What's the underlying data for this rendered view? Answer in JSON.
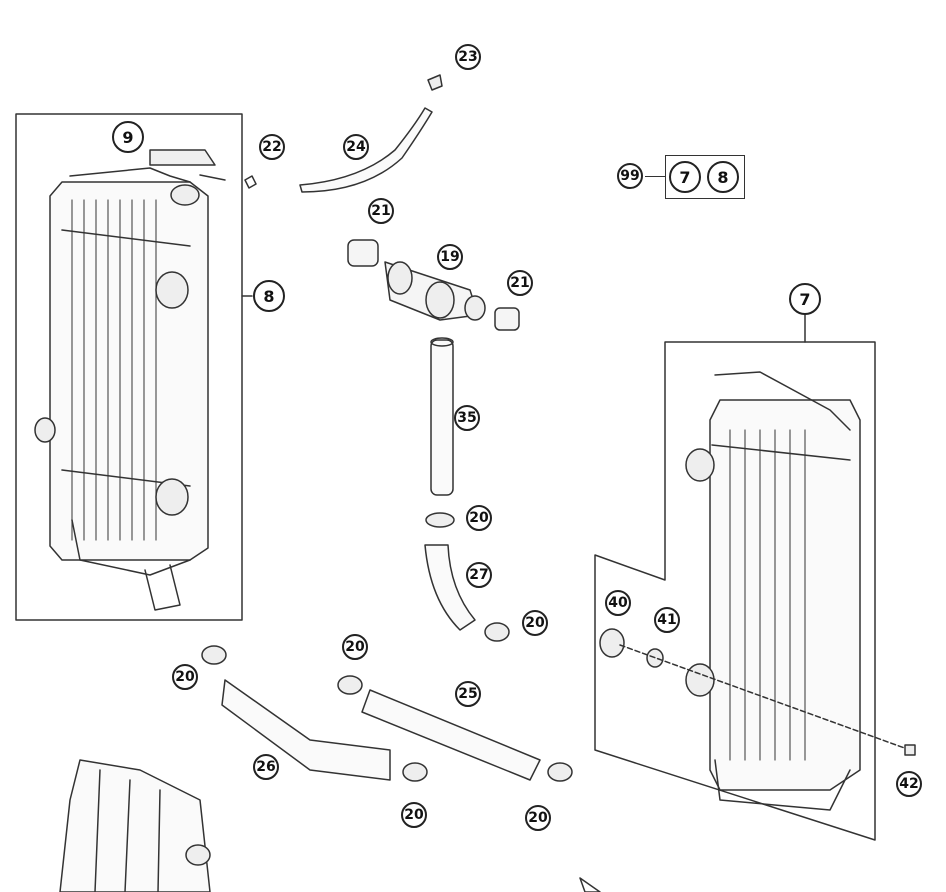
{
  "diagram": {
    "parts": [
      {
        "id": "p9",
        "num": "9"
      },
      {
        "id": "p22",
        "num": "22"
      },
      {
        "id": "p23",
        "num": "23"
      },
      {
        "id": "p24",
        "num": "24"
      },
      {
        "id": "p21a",
        "num": "21"
      },
      {
        "id": "p19",
        "num": "19"
      },
      {
        "id": "p21b",
        "num": "21"
      },
      {
        "id": "p8",
        "num": "8"
      },
      {
        "id": "p99",
        "num": "99"
      },
      {
        "id": "pkit7",
        "num": "7"
      },
      {
        "id": "pkit8",
        "num": "8"
      },
      {
        "id": "p7",
        "num": "7"
      },
      {
        "id": "p35",
        "num": "35"
      },
      {
        "id": "p20a",
        "num": "20"
      },
      {
        "id": "p27",
        "num": "27"
      },
      {
        "id": "p20b",
        "num": "20"
      },
      {
        "id": "p40",
        "num": "40"
      },
      {
        "id": "p41",
        "num": "41"
      },
      {
        "id": "p20c",
        "num": "20"
      },
      {
        "id": "p20d",
        "num": "20"
      },
      {
        "id": "p25",
        "num": "25"
      },
      {
        "id": "p26",
        "num": "26"
      },
      {
        "id": "p20e",
        "num": "20"
      },
      {
        "id": "p20f",
        "num": "20"
      },
      {
        "id": "p42",
        "num": "42"
      }
    ]
  }
}
